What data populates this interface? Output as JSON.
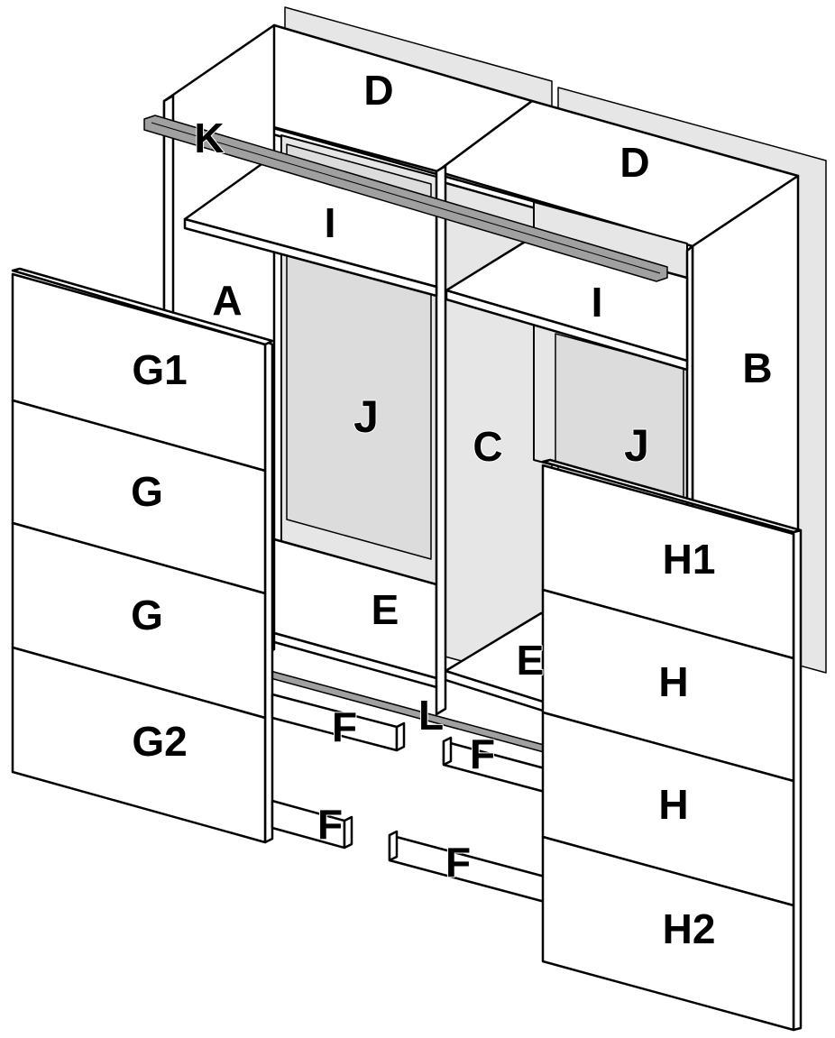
{
  "labels": {
    "d_left": "D",
    "d_right": "D",
    "k": "K",
    "i_left": "I",
    "i_right": "I",
    "a": "A",
    "b": "B",
    "c": "C",
    "j_left": "J",
    "j_right": "J",
    "e_left": "E",
    "e_right": "E",
    "l": "L",
    "g1": "G1",
    "g_upper": "G",
    "g_lower": "G",
    "g2": "G2",
    "h1": "H1",
    "h_upper": "H",
    "h_lower": "H",
    "h2": "H2",
    "f_upper_left": "F",
    "f_upper_right": "F",
    "f_lower_left": "F",
    "f_lower_right": "F"
  },
  "colors": {
    "line": "#000000",
    "panel_fill": "#ffffff",
    "back_panel_fill": "#e6e6e6",
    "rail_fill": "#a0a0a0"
  }
}
